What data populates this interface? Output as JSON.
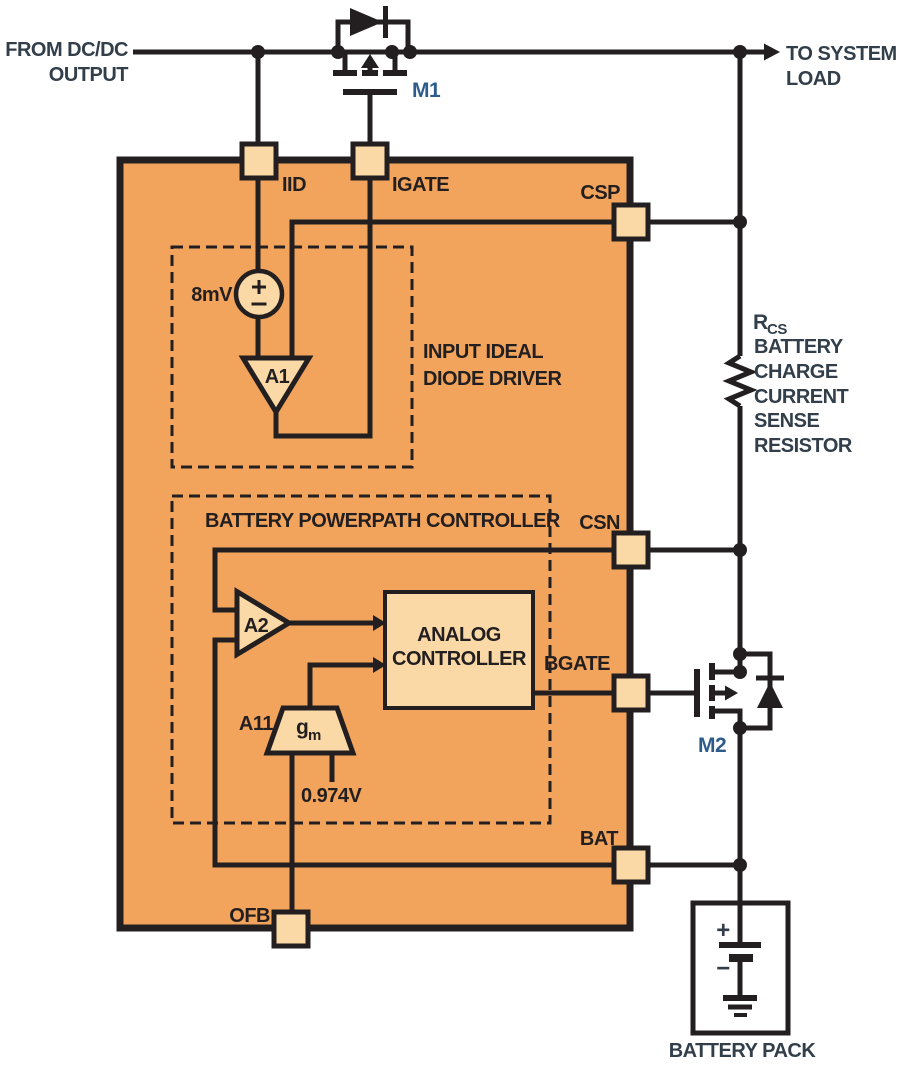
{
  "colors": {
    "ic_fill": "#F2A45C",
    "component_fill": "#FBD9A6",
    "line_black": "#231F20",
    "outside_label": "#323F4B",
    "mosfet_label": "#2D5C8C",
    "background": "#FFFFFF"
  },
  "external": {
    "from_dcdc": [
      "FROM DC/DC",
      "OUTPUT"
    ],
    "to_system_load": [
      "TO SYSTEM",
      "LOAD"
    ],
    "m1": "M1",
    "m2": "M2",
    "rcs": {
      "ref": "R",
      "sub": "CS",
      "desc": [
        "BATTERY",
        "CHARGE",
        "CURRENT",
        "SENSE",
        "RESISTOR"
      ]
    },
    "battery_pack": {
      "label": "BATTERY PACK",
      "plus": "+",
      "minus": "−"
    }
  },
  "ic": {
    "pins": {
      "iid": "IID",
      "igate": "IGATE",
      "csp": "CSP",
      "csn": "CSN",
      "bgate": "BGATE",
      "bat": "BAT",
      "ofb": "OFB"
    },
    "ideal_diode_driver": {
      "title_lines": [
        "INPUT IDEAL",
        "DIODE DRIVER"
      ],
      "offset_source": "8mV",
      "amp": "A1"
    },
    "powerpath_controller": {
      "title": "BATTERY POWERPATH CONTROLLER",
      "amp": "A2",
      "gm_amp": "A11",
      "gm_main": "g",
      "gm_sub": "m",
      "vref": "0.974V",
      "analog_controller_lines": [
        "ANALOG",
        "CONTROLLER"
      ]
    }
  }
}
